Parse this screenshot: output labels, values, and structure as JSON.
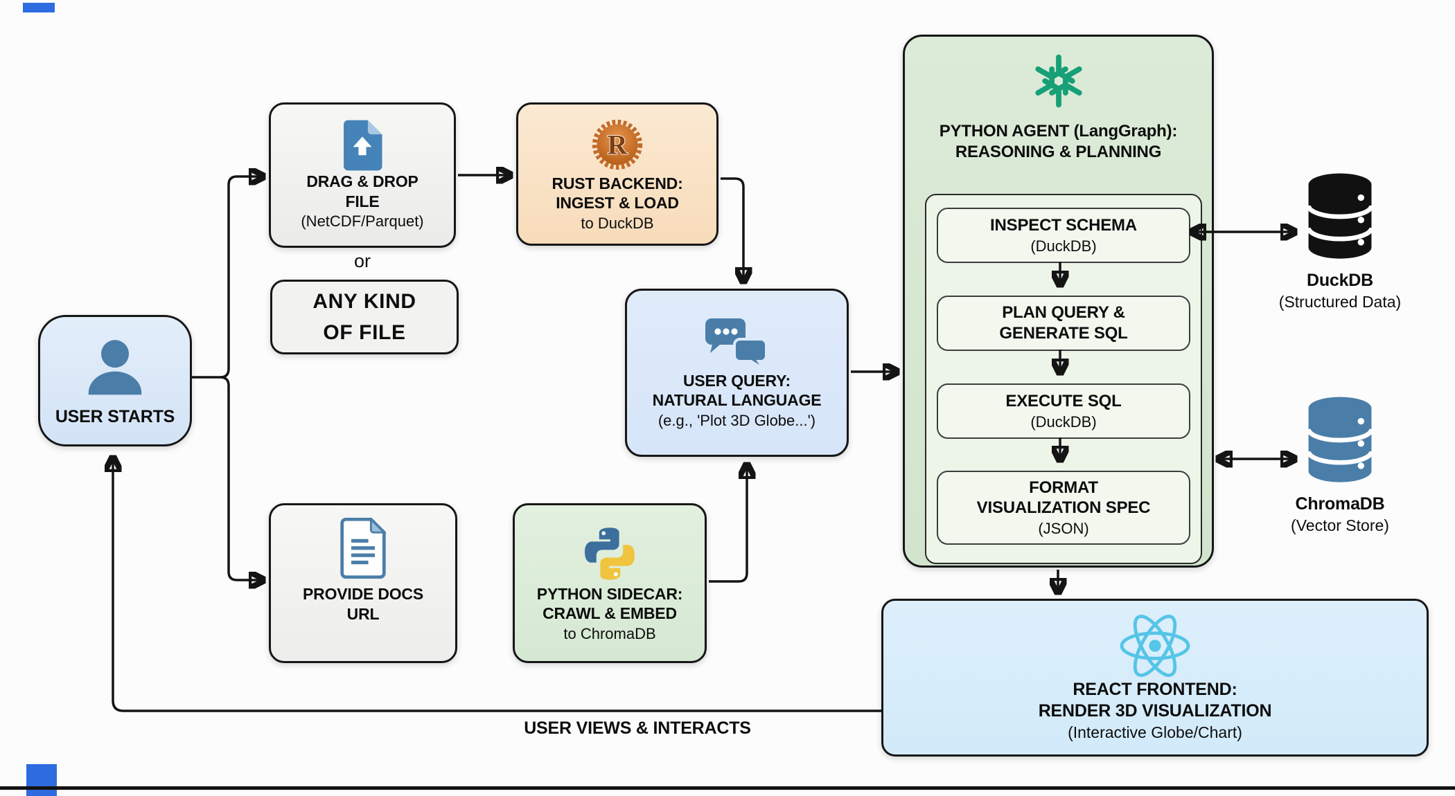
{
  "colors": {
    "background": "#fcfcfc",
    "box_blue": "#dbe8f8",
    "box_gray": "#f3f3f1",
    "box_peach": "#fae3c8",
    "box_green": "#dcedda",
    "agent_green": "#d8e8d4",
    "agent_step_bg": "#f3f8ef",
    "react_blue": "#d9edfa",
    "steel_blue": "#4a7ea9",
    "openai_green": "#17a077",
    "rust_orange": "#c26a28",
    "python_blue": "#3d6f9d",
    "python_yellow": "#f0c43e",
    "react_cyan": "#55c5e8",
    "edge_black": "#141414"
  },
  "nodes": {
    "user_starts": {
      "label": "USER STARTS"
    },
    "drag_drop": {
      "t1": "DRAG & DROP",
      "t2": "FILE",
      "sub": "(NetCDF/Parquet)"
    },
    "or_label": "or",
    "any_kind": {
      "t1": "ANY KIND",
      "t2": "OF FILE"
    },
    "rust_backend": {
      "t1": "RUST BACKEND:",
      "t2": "INGEST & LOAD",
      "sub": "to DuckDB"
    },
    "user_query": {
      "t1": "USER QUERY:",
      "t2": "NATURAL LANGUAGE",
      "sub": "(e.g., 'Plot 3D Globe...')"
    },
    "provide_docs": {
      "t1": "PROVIDE DOCS",
      "t2": "URL"
    },
    "python_sidecar": {
      "t1": "PYTHON SIDECAR:",
      "t2": "CRAWL & EMBED",
      "sub": "to ChromaDB"
    },
    "python_agent": {
      "t1": "PYTHON AGENT (LangGraph):",
      "t2": "REASONING & PLANNING",
      "steps": [
        {
          "t1": "INSPECT SCHEMA",
          "sub": "(DuckDB)"
        },
        {
          "t1": "PLAN QUERY &",
          "t2": "GENERATE SQL"
        },
        {
          "t1": "EXECUTE SQL",
          "sub": "(DuckDB)"
        },
        {
          "t1": "FORMAT",
          "t2": "VISUALIZATION SPEC",
          "sub": "(JSON)"
        }
      ]
    },
    "duckdb": {
      "t1": "DuckDB",
      "sub": "(Structured Data)"
    },
    "chromadb": {
      "t1": "ChromaDB",
      "sub": "(Vector Store)"
    },
    "react_frontend": {
      "t1": "REACT FRONTEND:",
      "t2": "RENDER 3D VISUALIZATION",
      "sub": "(Interactive Globe/Chart)"
    },
    "feedback_label": "USER VIEWS & INTERACTS"
  }
}
